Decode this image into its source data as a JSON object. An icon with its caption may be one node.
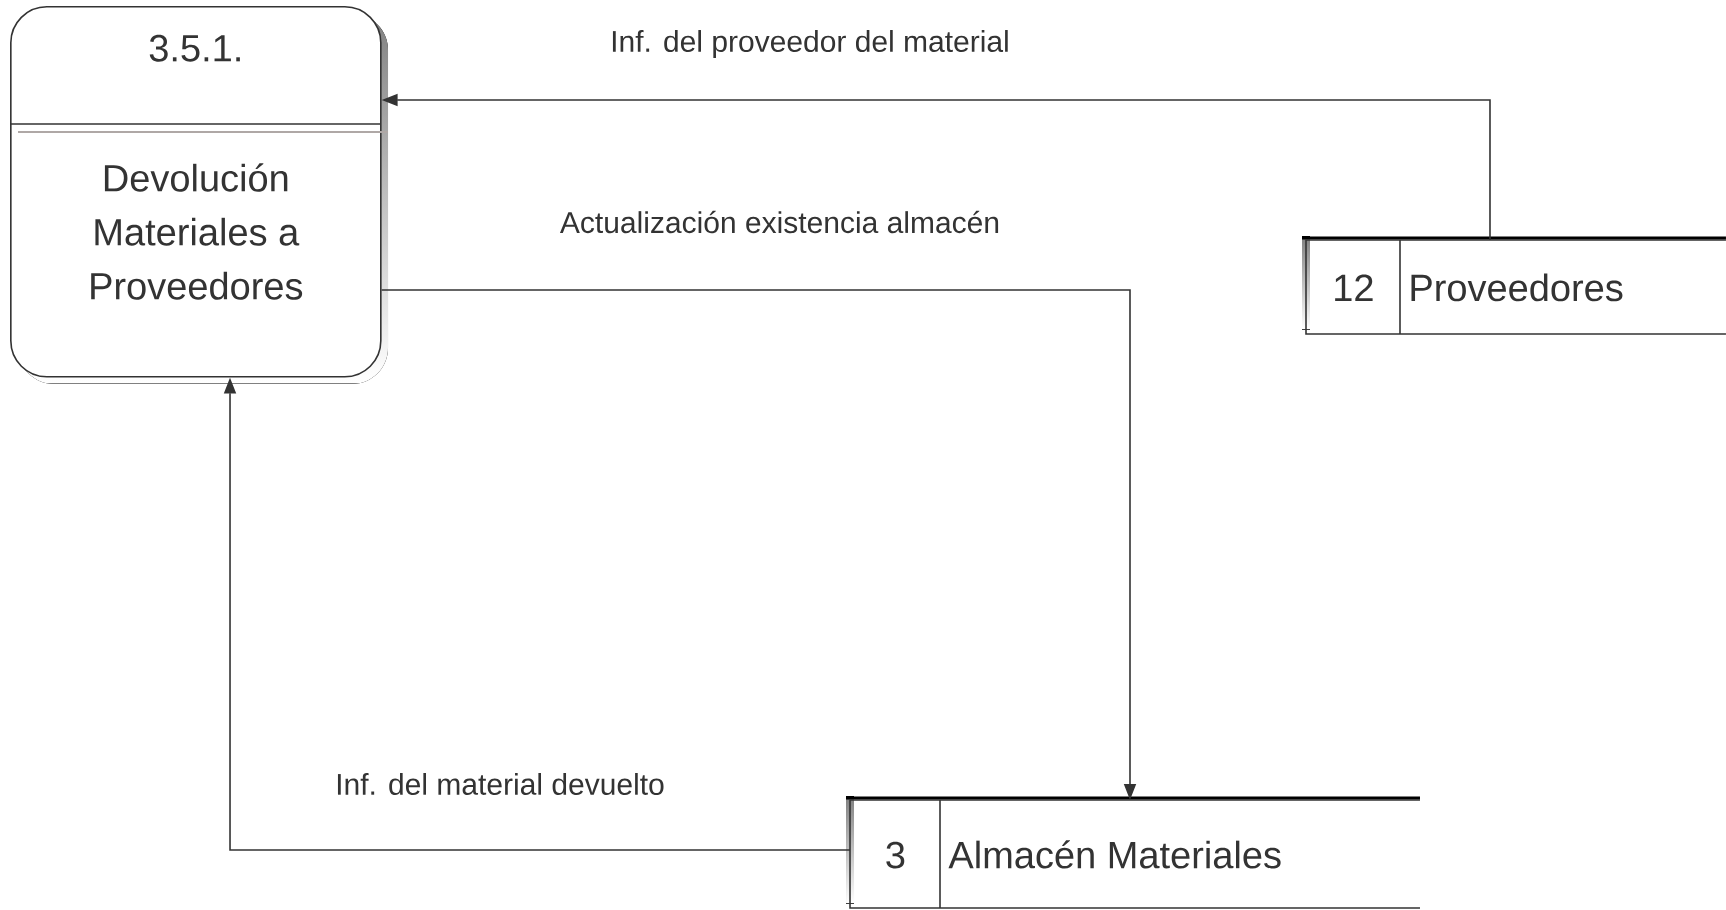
{
  "diagram": {
    "nodes": [
      {
        "text": [
          "3.5.1.",
          "Devolución Materiales a Proveedores"
        ]
      },
      {
        "text": [
          "12",
          "Proveedores"
        ]
      },
      {
        "text": [
          "3",
          "Almacén Materiales"
        ]
      }
    ],
    "edges": [
      {
        "from": 1,
        "to": 0,
        "arrow": "to",
        "label": "Inf. del proveedor del material"
      },
      {
        "from": 0,
        "to": 2,
        "arrow": "to",
        "label": "Actualización existencia almacén"
      },
      {
        "from": 2,
        "to": 0,
        "arrow": "to",
        "label": "Inf. del material devuelto"
      }
    ]
  }
}
